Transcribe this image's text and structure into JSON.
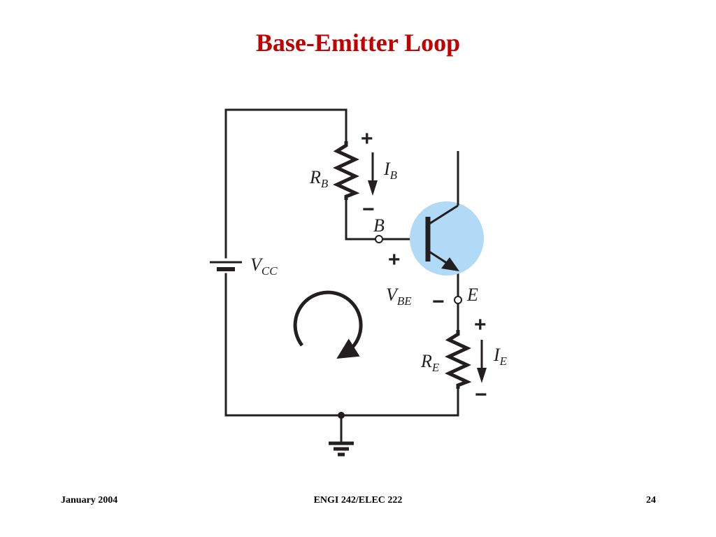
{
  "slide": {
    "title": "Base-Emitter Loop"
  },
  "diagram": {
    "labels": {
      "rb": "R",
      "rb_sub": "B",
      "ib": "I",
      "ib_sub": "B",
      "vcc": "V",
      "vcc_sub": "CC",
      "b_node": "B",
      "vbe": "V",
      "vbe_sub": "BE",
      "e_node": "E",
      "re": "R",
      "re_sub": "E",
      "ie": "I",
      "ie_sub": "E"
    },
    "signs": {
      "plus": "+",
      "minus": "−"
    },
    "colors": {
      "transistor_highlight": "#b0daf6",
      "wire": "#231f20",
      "title": "#c00000"
    },
    "icons": {
      "loop": "loop-direction-arrow-icon",
      "ground": "ground-symbol-icon",
      "battery": "battery-icon",
      "transistor": "npn-transistor-icon"
    }
  },
  "footer": {
    "date": "January 2004",
    "course": "ENGI 242/ELEC 222",
    "page": "24"
  }
}
